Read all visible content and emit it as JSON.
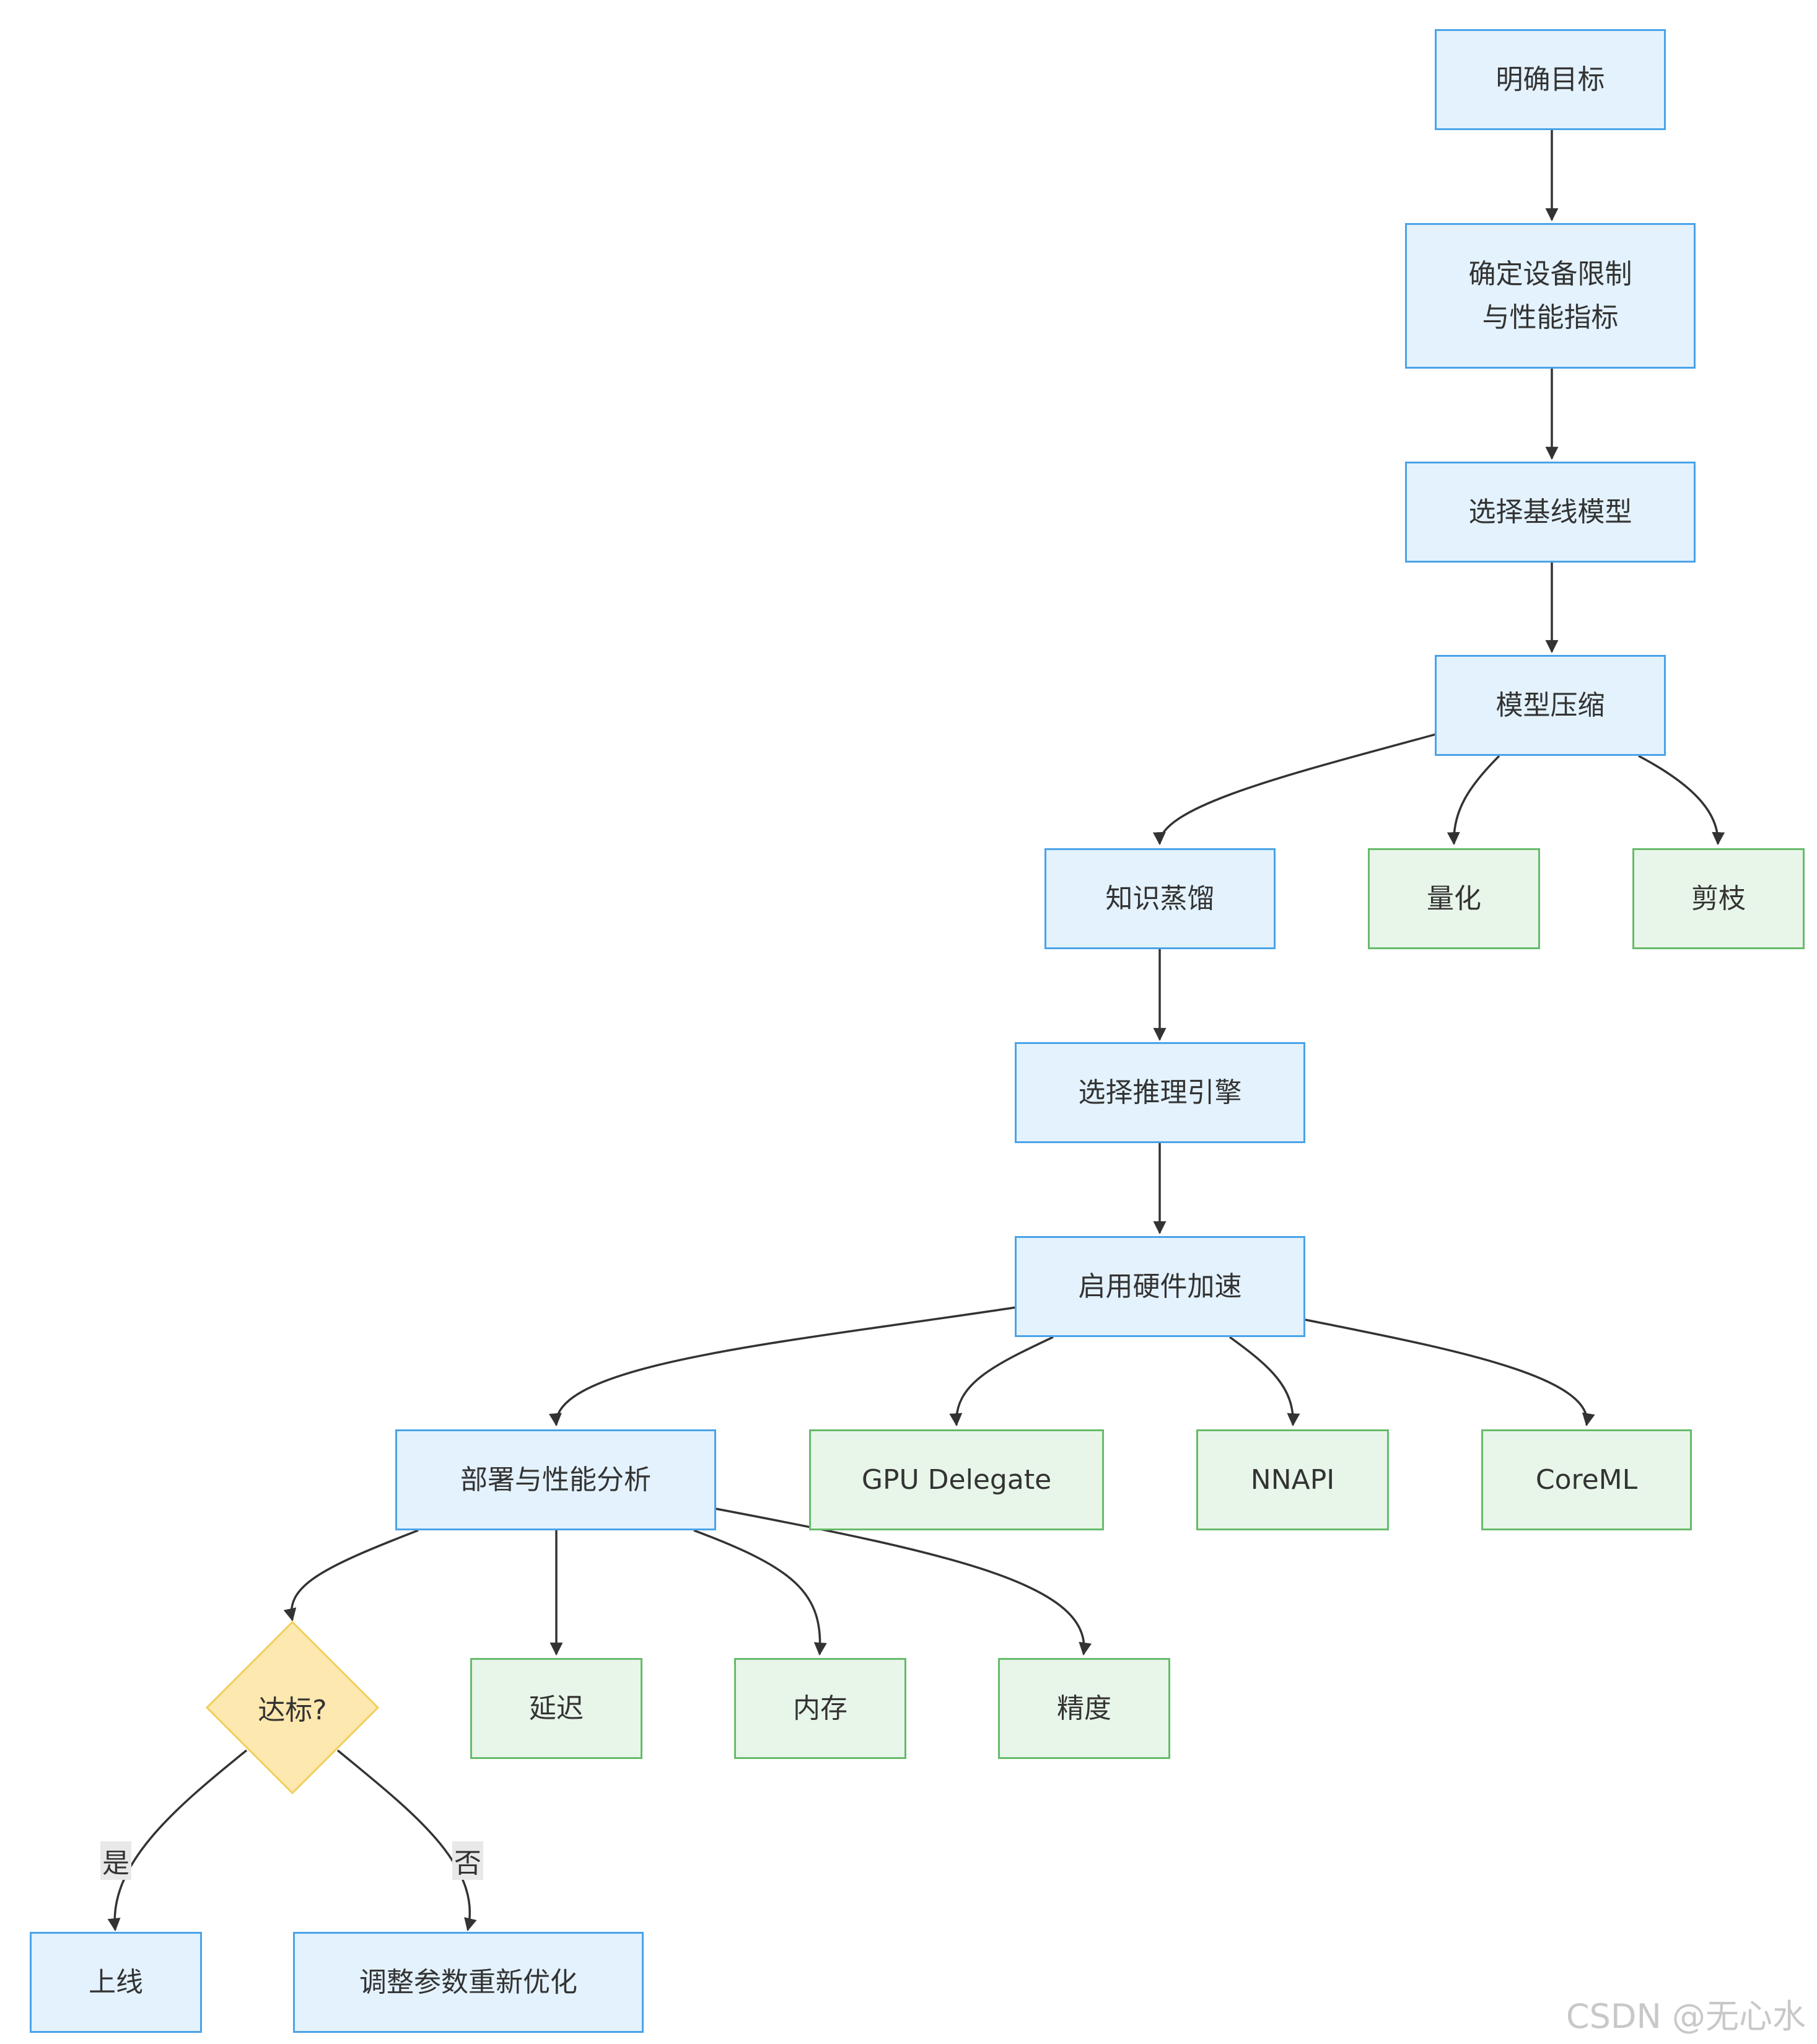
{
  "nodes": {
    "goal": "明确目标",
    "constraints": "确定设备限制\n与性能指标",
    "baseline": "选择基线模型",
    "compress": "模型压缩",
    "distill": "知识蒸馏",
    "quantize": "量化",
    "prune": "剪枝",
    "engine": "选择推理引擎",
    "accel": "启用硬件加速",
    "deploy": "部署与性能分析",
    "gpu": "GPU Delegate",
    "nnapi": "NNAPI",
    "coreml": "CoreML",
    "decision": "达标?",
    "latency": "延迟",
    "memory": "内存",
    "precision": "精度",
    "online": "上线",
    "retune": "调整参数重新优化"
  },
  "edge_labels": {
    "yes": "是",
    "no": "否"
  },
  "watermark": "CSDN @无心水",
  "colors": {
    "process_fill": "#e3f2fd",
    "process_border": "#4aa3e8",
    "option_fill": "#e8f5e9",
    "option_border": "#66bb6a",
    "decision_fill": "#fde8b0",
    "decision_border": "#f2cf5b",
    "edge": "#333333"
  }
}
